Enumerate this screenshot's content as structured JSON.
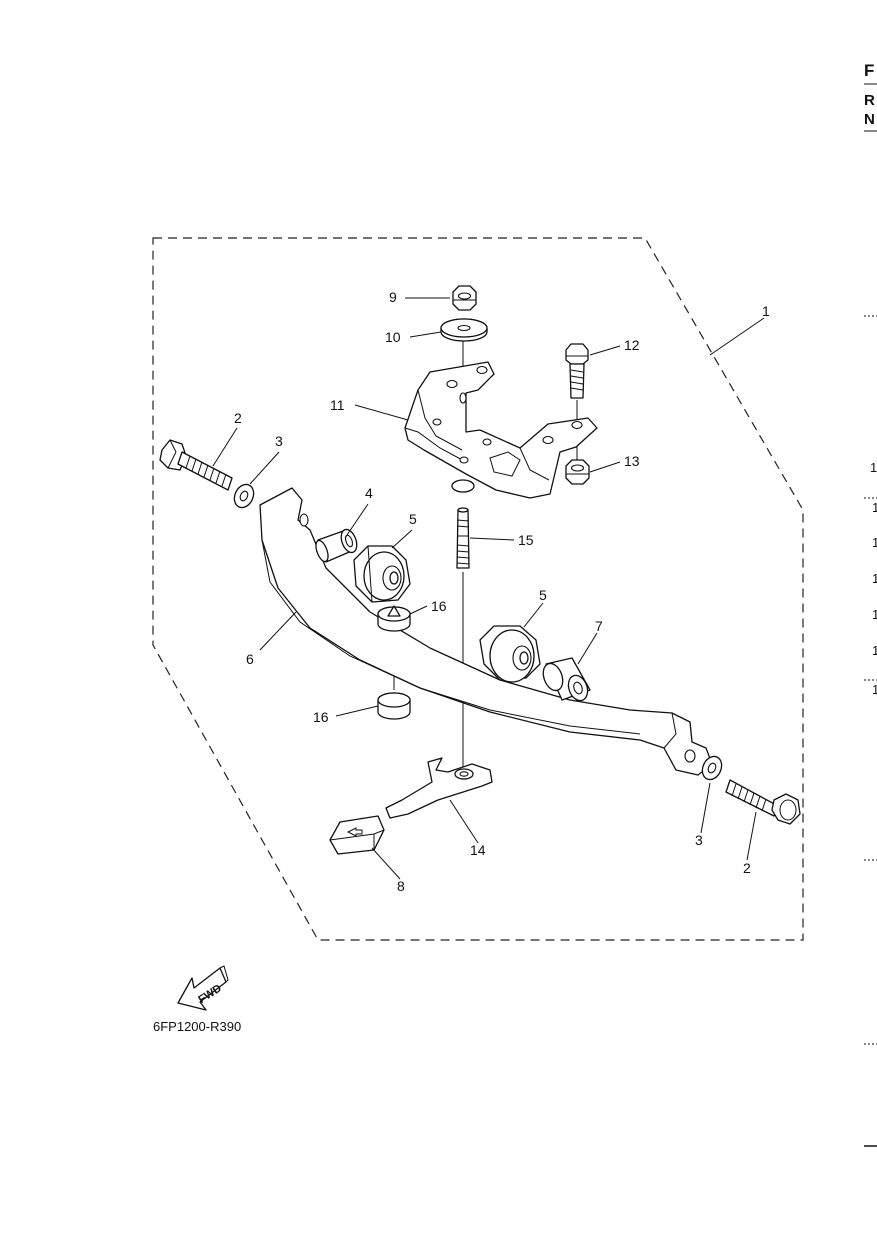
{
  "diagram": {
    "drawing_code": "6FP1200-R390",
    "fwd_label": "FWD",
    "callouts": [
      {
        "id": "c1",
        "text": "1"
      },
      {
        "id": "c2a",
        "text": "2"
      },
      {
        "id": "c3a",
        "text": "3"
      },
      {
        "id": "c4",
        "text": "4"
      },
      {
        "id": "c5a",
        "text": "5"
      },
      {
        "id": "c6",
        "text": "6"
      },
      {
        "id": "c9",
        "text": "9"
      },
      {
        "id": "c10",
        "text": "10"
      },
      {
        "id": "c11",
        "text": "11"
      },
      {
        "id": "c12",
        "text": "12"
      },
      {
        "id": "c13",
        "text": "13"
      },
      {
        "id": "c15",
        "text": "15"
      },
      {
        "id": "c16a",
        "text": "16"
      },
      {
        "id": "c5b",
        "text": "5"
      },
      {
        "id": "c7",
        "text": "7"
      },
      {
        "id": "c16b",
        "text": "16"
      },
      {
        "id": "c14",
        "text": "14"
      },
      {
        "id": "c8",
        "text": "8"
      },
      {
        "id": "c3b",
        "text": "3"
      },
      {
        "id": "c2b",
        "text": "2"
      }
    ]
  },
  "right_edge": {
    "letters": [
      "F",
      "R",
      "N"
    ],
    "digits": [
      "1",
      "1",
      "1",
      "1",
      "1",
      "1",
      "1"
    ]
  }
}
